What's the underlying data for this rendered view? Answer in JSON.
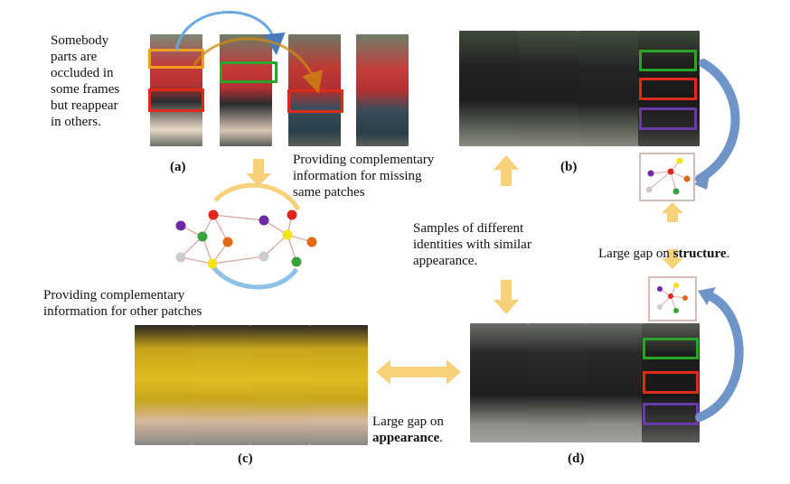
{
  "panel_labels": {
    "a": "(a)",
    "b": "(b)",
    "c": "(c)",
    "d": "(d)"
  },
  "notes": {
    "occlusion": "Somebody\nparts are\noccluded in\nsome frames\nbut reappear\nin others.",
    "missing": "Providing complementary\ninformation for missing\nsame patches",
    "other": "Providing complementary\ninformation for other patches",
    "samples": "Samples of different\nidentities with  similar\nappearance.",
    "structure_prefix": "Large gap on ",
    "structure_bold": "structure",
    "structure_suffix": ".",
    "appearance_prefix": "Large gap on",
    "appearance_bold": "appearance",
    "appearance_suffix": "."
  },
  "colors": {
    "orange_box": "#f0a020",
    "green_box": "#2aa52a",
    "red_box": "#e02a1a",
    "purple_box": "#6a3aa8",
    "yellow_arrow": "#f7d27a",
    "blue_arrow": "#6f94c8",
    "node_purple": "#6a2aa8",
    "node_red": "#e0261a",
    "node_green": "#3aa23a",
    "node_orange": "#e06a1a",
    "node_yellow": "#f4e21a",
    "node_gray": "#cccccc"
  }
}
